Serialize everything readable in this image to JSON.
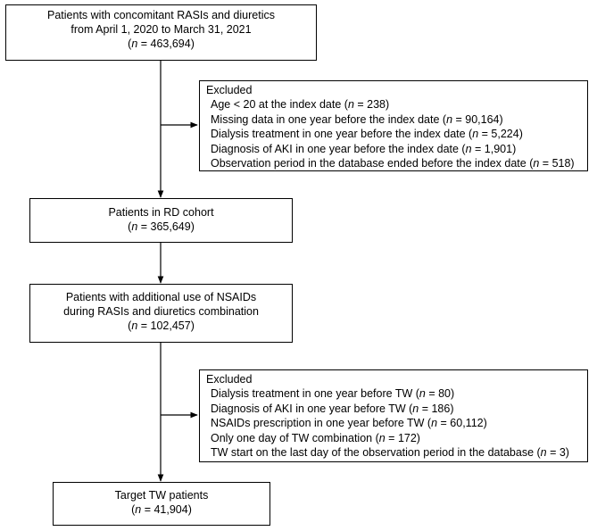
{
  "boxes": {
    "all_patients": {
      "lines": [
        "Patients with concomitant RASIs and diuretics",
        "from April 1, 2020 to March 31, 2021"
      ],
      "n_label": "n",
      "n_text": " = 463,694)"
    },
    "rd_cohort": {
      "lines": [
        "Patients in RD cohort"
      ],
      "n_label": "n",
      "n_text": " = 365,649)"
    },
    "nsaid_users": {
      "lines": [
        "Patients with additional use of NSAIDs",
        "during RASIs and diuretics combination"
      ],
      "n_label": "n",
      "n_text": " = 102,457)"
    },
    "target": {
      "lines": [
        "Target TW patients"
      ],
      "n_label": "n",
      "n_text": " = 41,904)"
    }
  },
  "exclusions": [
    {
      "title": "Excluded",
      "items": [
        {
          "text": "Age < 20 at the index date (",
          "n": "n",
          "rest": " = 238)"
        },
        {
          "text": "Missing data in one year before the index date (",
          "n": "n",
          "rest": " = 90,164)"
        },
        {
          "text": "Dialysis treatment in one year before the index date (",
          "n": "n",
          "rest": " = 5,224)"
        },
        {
          "text": "Diagnosis of AKI in one year before the index date (",
          "n": "n",
          "rest": " = 1,901)"
        },
        {
          "text": "Observation period in the database ended before the index date (",
          "n": "n",
          "rest": " = 518)"
        }
      ]
    },
    {
      "title": "Excluded",
      "items": [
        {
          "text": "Dialysis treatment in one year before TW (",
          "n": "n",
          "rest": " = 80)"
        },
        {
          "text": "Diagnosis of AKI in one year before TW (",
          "n": "n",
          "rest": " = 186)"
        },
        {
          "text": "NSAIDs prescription in one year before TW (",
          "n": "n",
          "rest": " = 60,112)"
        },
        {
          "text": "Only one day of TW combination (",
          "n": "n",
          "rest": " = 172)"
        },
        {
          "text": "TW start on the last day of the observation period in the database (",
          "n": "n",
          "rest": " = 3)"
        }
      ]
    }
  ]
}
